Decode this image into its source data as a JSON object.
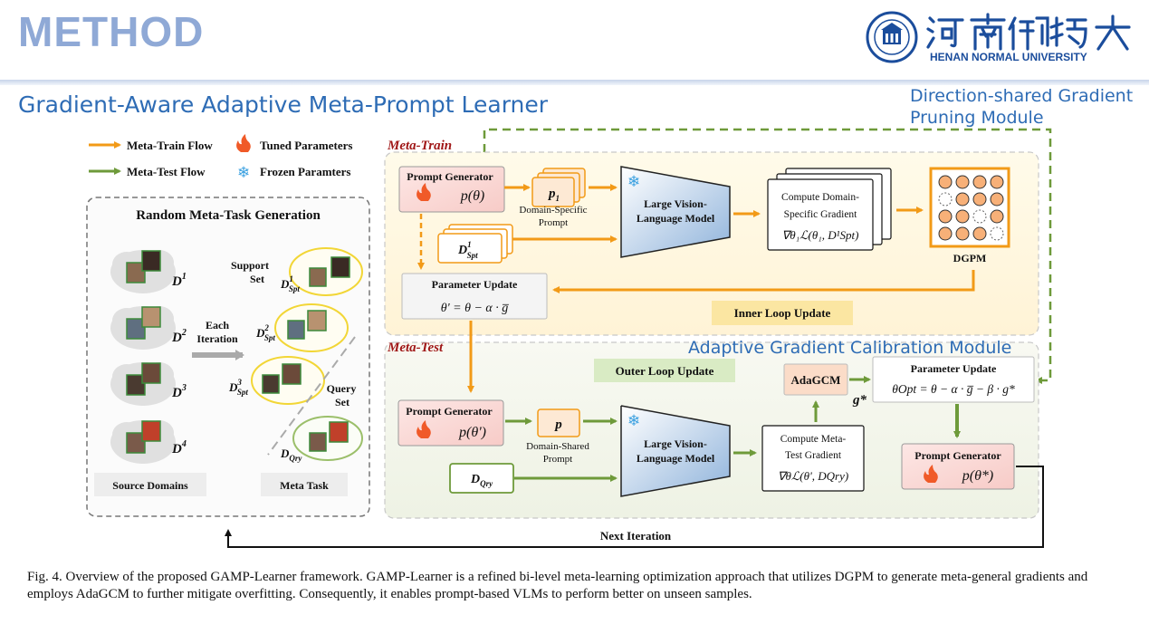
{
  "header": {
    "title": "METHOD",
    "university_name": "HENAN NORMAL UNIVERSITY",
    "subtitle": "Gradient-Aware Adaptive Meta-Prompt Learner"
  },
  "labels": {
    "dgpm_module": [
      "Direction-shared Gradient",
      "Pruning Module"
    ],
    "agcm_module": "Adaptive Gradient Calibration Module"
  },
  "legend": {
    "meta_train_flow": "Meta-Train Flow",
    "meta_test_flow": "Meta-Test Flow",
    "tuned": "Tuned Parameters",
    "frozen": "Frozen Paramters"
  },
  "task_gen": {
    "title": "Random Meta-Task Generation",
    "support_set": [
      "Support",
      "Set"
    ],
    "query_set": [
      "Query",
      "Set"
    ],
    "each_iteration": [
      "Each",
      "Iteration"
    ],
    "source_domains": "Source Domains",
    "meta_task": "Meta Task",
    "domains": [
      "D",
      "D",
      "D",
      "D"
    ],
    "domain_sups": [
      "1",
      "2",
      "3",
      "4"
    ],
    "spt_sups": [
      "1",
      "2",
      "3"
    ],
    "spt_sub": "Spt",
    "qry_sub": "Qry"
  },
  "meta_train": {
    "label": "Meta-Train",
    "prompt_generator": "Prompt Generator",
    "p_theta": "p(θ)",
    "p1": "p",
    "p1_sub": "1",
    "domain_specific_prompt": [
      "Domain-Specific",
      "Prompt"
    ],
    "lvlm": [
      "Large Vision-",
      "Language Model"
    ],
    "compute_grad": [
      "Compute Domain-",
      "Specific Gradient"
    ],
    "grad_formula": "∇θ₁ℒ(θ₁, D¹Spt)",
    "dgpm": "DGPM",
    "param_update": "Parameter Update",
    "update_formula": "θ' = θ − α · g̅",
    "inner_loop": "Inner Loop Update"
  },
  "meta_test": {
    "label": "Meta-Test",
    "outer_loop": "Outer Loop Update",
    "prompt_generator": "Prompt Generator",
    "p_theta_prime": "p(θ')",
    "p": "p",
    "domain_shared_prompt": [
      "Domain-Shared",
      "Prompt"
    ],
    "lvlm": [
      "Large Vision-",
      "Language Model"
    ],
    "compute_grad": [
      "Compute Meta-",
      "Test Gradient"
    ],
    "grad_formula": "∇θℒ(θ', DQry)",
    "adagcm": "AdaGCM",
    "g_star": "g*",
    "param_update": "Parameter Update",
    "update_formula": "θOpt = θ − α · g̅ − β · g*",
    "prompt_generator_final": "Prompt Generator",
    "p_theta_star": "p(θ*)"
  },
  "next_iteration": "Next Iteration",
  "caption": "Fig. 4.  Overview of the proposed GAMP-Learner framework. GAMP-Learner is a refined bi-level meta-learning optimization approach that utilizes DGPM to generate meta-general gradients and employs AdaGCM to further mitigate overfitting. Consequently, it enables prompt-based VLMs to perform better on unseen samples.",
  "colors": {
    "train_orange": "#f29a17",
    "test_green": "#6e9a3a",
    "title_blue": "#8fa9d6",
    "label_blue": "#2e6cb5",
    "brand_blue": "#1b4d9c",
    "dark_red": "#a01818"
  }
}
